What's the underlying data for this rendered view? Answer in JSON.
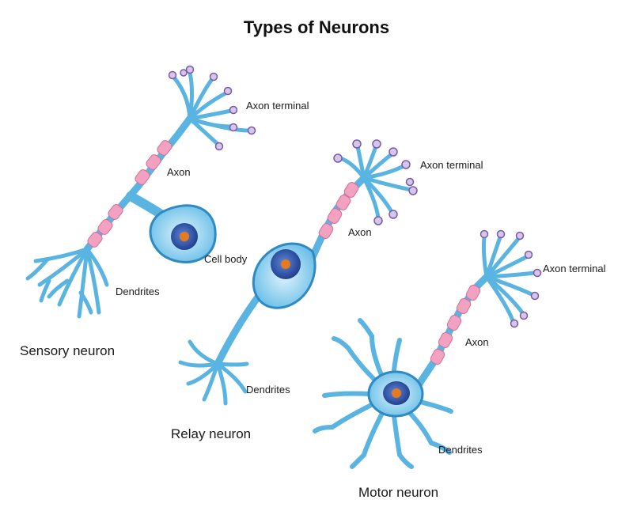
{
  "title": "Types of Neurons",
  "neurons": {
    "sensory": {
      "name": "Sensory neuron",
      "axon_terminal": "Axon terminal",
      "axon": "Axon",
      "cell_body": "Cell body",
      "dendrites": "Dendrites"
    },
    "relay": {
      "name": "Relay neuron",
      "axon_terminal": "Axon terminal",
      "axon": "Axon",
      "dendrites": "Dendrites"
    },
    "motor": {
      "name": "Motor neuron",
      "axon_terminal": "Axon terminal",
      "axon": "Axon",
      "dendrites": "Dendrites"
    }
  },
  "colors": {
    "cell": "#5ab4e2",
    "cell_light": "#bfe5f7",
    "outline": "#2f89c2",
    "myelin": "#f2a1c0",
    "nucleus": "#2b4fa6",
    "nucleolus": "#e87a1e",
    "bouton": "#d5c6e8",
    "bouton_outline": "#7a5aa8"
  }
}
